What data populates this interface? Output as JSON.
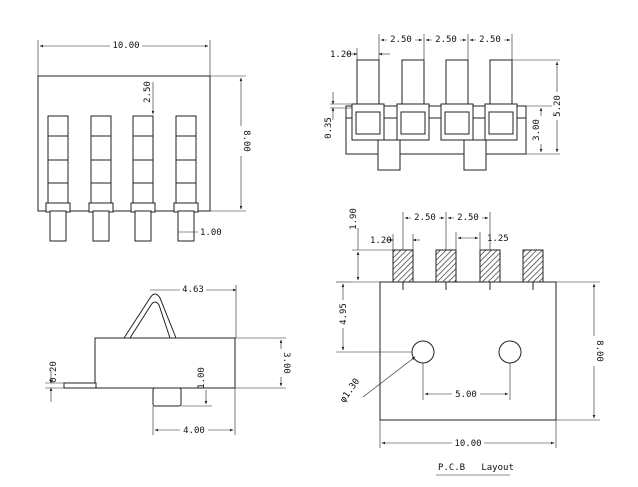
{
  "views": {
    "top": {
      "dims": {
        "width": "10.00",
        "height": "8.00",
        "pin_offset": "2.50",
        "pin_width": "1.00"
      }
    },
    "front": {
      "dims": {
        "pitch_1": "2.50",
        "pitch_2": "2.50",
        "pitch_3": "2.50",
        "pin_w": "1.20",
        "gap": "0.35",
        "body_h": "3.00",
        "total_h": "5.20"
      }
    },
    "side": {
      "dims": {
        "spring_w": "4.63",
        "lead_t": "0.20",
        "pad_h": "1.00",
        "body_h": "3.00",
        "body_w": "4.00"
      }
    },
    "pcb": {
      "dims": {
        "pitch_1": "2.50",
        "pitch_2": "2.50",
        "pad_h": "1.90",
        "pad_w": "1.20",
        "pad_gap": "1.25",
        "hole_y": "4.95",
        "hole_d": "φ1.30",
        "hole_spacing": "5.00",
        "board_w": "10.00",
        "board_h": "8.00"
      },
      "caption": "P.C.B   Layout"
    }
  }
}
